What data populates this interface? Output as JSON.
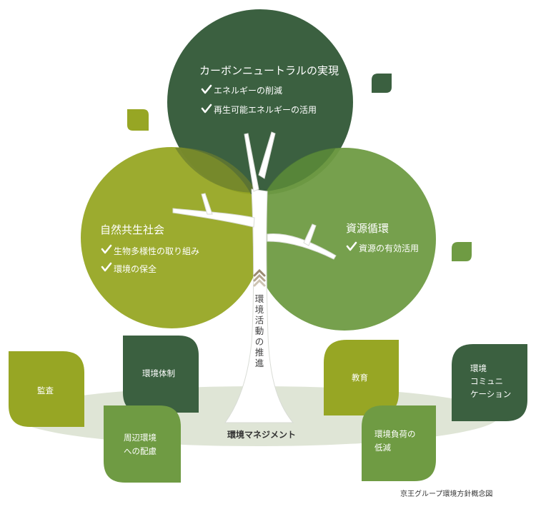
{
  "circles": {
    "carbon": {
      "title": "カーボンニュートラルの実現",
      "items": [
        "エネルギーの削減",
        "再生可能エネルギーの活用"
      ]
    },
    "nature": {
      "title": "自然共生社会",
      "items": [
        "生物多様性の取り組み",
        "環境の保全"
      ]
    },
    "resource": {
      "title": "資源循環",
      "items": [
        "資源の有効活用"
      ]
    }
  },
  "trunk_label": [
    "環",
    "境",
    "活",
    "動",
    "の",
    "推",
    "進"
  ],
  "ground_label": "環境マネジメント",
  "leaves": {
    "audit": [
      "監査"
    ],
    "system": [
      "環境体制"
    ],
    "surroundings": [
      "周辺環境",
      "への配慮"
    ],
    "education": [
      "教育"
    ],
    "communication": [
      "環境",
      "コミュニ",
      "ケーション"
    ],
    "load": [
      "環境負荷の",
      "低減"
    ]
  },
  "caption": "京王グループ環境方針概念図",
  "colors": {
    "dark_green": "#3b6040",
    "olive": "#97a624",
    "mid_green": "#6f9b43",
    "light_ground": "#dfe5d6",
    "chevron": "#9a8a70"
  }
}
